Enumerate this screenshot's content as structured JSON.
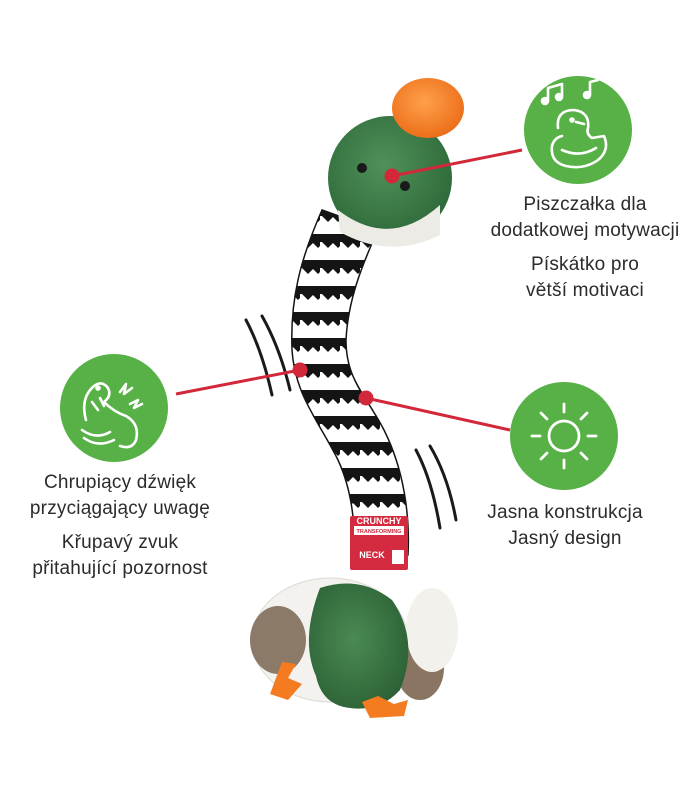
{
  "colors": {
    "icon_green": "#58b146",
    "callout_red": "#d2283a",
    "plush_green": "#3d7a45",
    "beak_orange": "#f47b20",
    "tag_red": "#d32a3f"
  },
  "features": {
    "squeaker": {
      "icon": "squeaky-duck-music-notes-icon",
      "pl_line1": "Piszczałka dla",
      "pl_line2": "dodatkowej motywacji",
      "cz_line1": "Pískátko pro",
      "cz_line2": "větší motivaci"
    },
    "crunch": {
      "icon": "crunchy-neck-sound-icon",
      "pl_line1": "Chrupiący dźwięk",
      "pl_line2": "przyciągający uwagę",
      "cz_line1": "Křupavý zvuk",
      "cz_line2": "přitahující pozornost"
    },
    "design": {
      "icon": "sun-icon",
      "pl_line1": "Jasna konstrukcja",
      "cz_line1": "Jasný design"
    }
  },
  "product_tag": {
    "line1": "CRUNCHY",
    "line2": "TRANSFORMING",
    "line3": "NECK"
  }
}
